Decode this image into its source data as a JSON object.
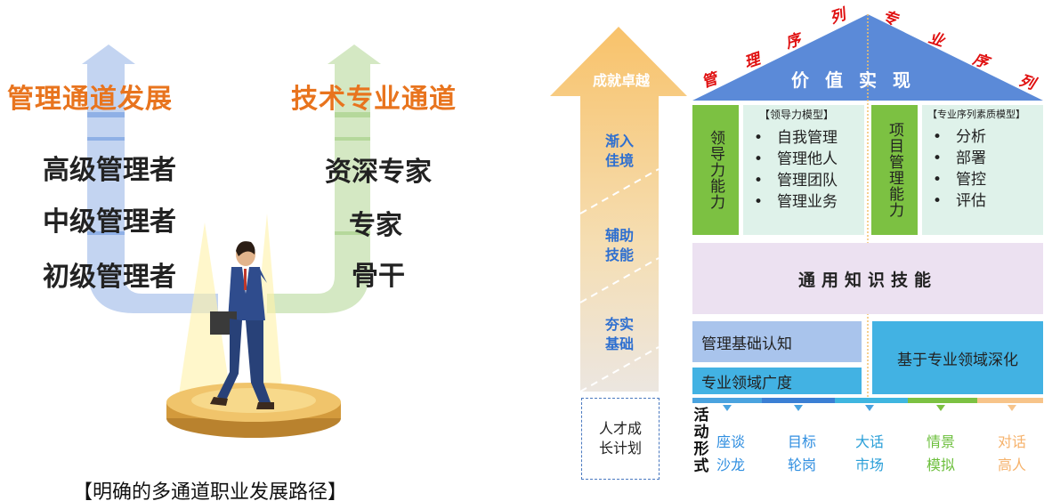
{
  "left": {
    "management_track_title": "管理通道发展",
    "technical_track_title": "技术专业通道",
    "management_levels": [
      "高级管理者",
      "中级管理者",
      "初级管理者"
    ],
    "technical_levels": [
      "资深专家",
      "专家",
      "骨干"
    ],
    "caption": "【明确的多通道职业发展路径】"
  },
  "right": {
    "roof": {
      "title": "价值实现",
      "left_slope_label": "管理序列",
      "right_slope_label": "专业序列"
    },
    "arrow": {
      "top_label": "成就卓越",
      "stages": [
        "渐入佳境",
        "辅助技能",
        "夯实基础"
      ]
    },
    "plan_box": "人才成长计划",
    "leadership": {
      "column_label": "领导力能力",
      "model_title": "【领导力模型】",
      "items": [
        "自我管理",
        "管理他人",
        "管理团队",
        "管理业务"
      ]
    },
    "project": {
      "column_label": "项目管理能力",
      "model_title": "【专业序列素质模型】",
      "items": [
        "分析",
        "部署",
        "管控",
        "评估"
      ]
    },
    "general_skills": "通用知识技能",
    "management_basics": "管理基础认知",
    "domain_breadth": "专业领域广度",
    "domain_deepening": "基于专业领域深化",
    "activities": {
      "label": "活动形式",
      "items": [
        {
          "line1": "座谈",
          "line2": "沙龙",
          "color": "#2f8ee0"
        },
        {
          "line1": "目标",
          "line2": "轮岗",
          "color": "#2f8ee0"
        },
        {
          "line1": "大话",
          "line2": "市场",
          "color": "#2a9fd8"
        },
        {
          "line1": "情景",
          "line2": "模拟",
          "color": "#6cbf3c"
        },
        {
          "line1": "对话",
          "line2": "高人",
          "color": "#f6b26b"
        }
      ]
    },
    "colors": {
      "roof_blue": "#5b8ad8",
      "arrow_orange": "#f4a742",
      "green": "#7cc142",
      "mint": "#dff2ea",
      "lavender": "#ece1f1",
      "light_blue": "#a9c4ec",
      "cyan": "#42b2e3",
      "red_text": "#e01010"
    }
  }
}
